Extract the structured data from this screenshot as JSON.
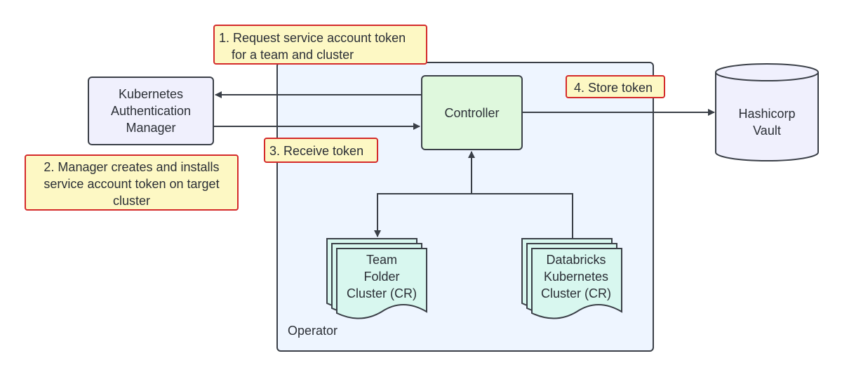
{
  "diagram": {
    "operator_label": "Operator",
    "kam": {
      "line1": "Kubernetes",
      "line2": "Authentication",
      "line3": "Manager"
    },
    "controller": "Controller",
    "vault": {
      "line1": "Hashicorp",
      "line2": "Vault"
    },
    "team_cr": {
      "line1": "Team",
      "line2": "Folder",
      "line3": "Cluster (CR)"
    },
    "dbx_cr": {
      "line1": "Databricks",
      "line2": "Kubernetes",
      "line3": "Cluster (CR)"
    },
    "notes": {
      "step1": {
        "line1": "1. Request service account token",
        "line2": "for a team and cluster"
      },
      "step2": {
        "line1": "2. Manager creates and installs",
        "line2": "service account token on target",
        "line3": "cluster"
      },
      "step3": "3. Receive token",
      "step4": "4. Store token"
    },
    "colors": {
      "operator_fill": "#eef5ff",
      "controller_fill": "#dff8dd",
      "kam_fill": "#f0f0fd",
      "vault_fill": "#f0f0fd",
      "cr_fill": "#d8f7ef",
      "note_fill": "#fdf8c4",
      "note_border": "#d42a2a"
    }
  }
}
